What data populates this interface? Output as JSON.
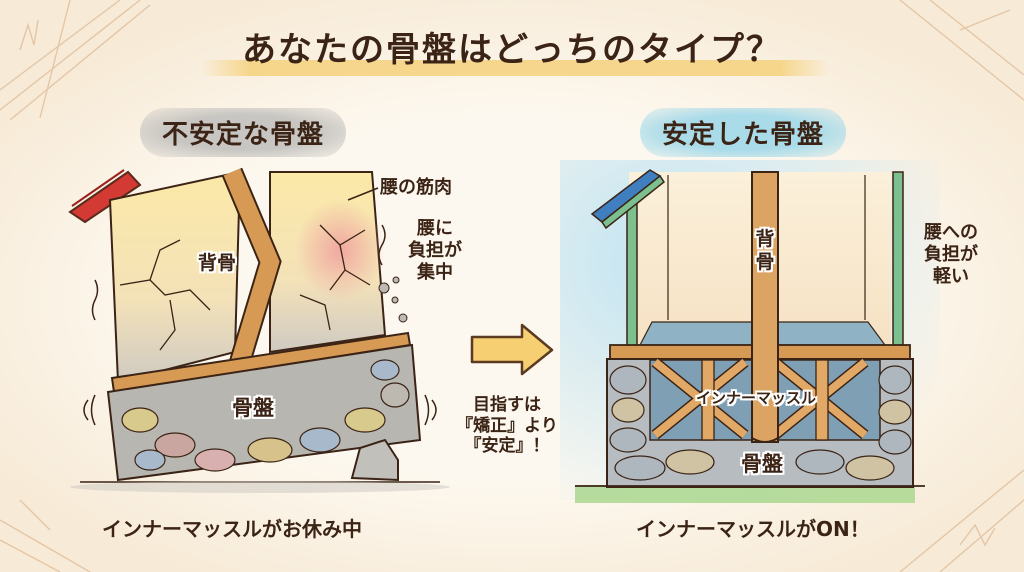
{
  "title": "あなたの骨盤はどっちのタイプ？",
  "left_panel": {
    "badge": "不安定な骨盤",
    "badge_color": "#c8c6c2",
    "labels": {
      "spine": "背骨",
      "pelvis": "骨盤",
      "lower_back_muscle": "腰の筋肉",
      "strain_line1": "腰に",
      "strain_line2": "負担が",
      "strain_line3": "集中"
    },
    "caption": "インナーマッスルがお休み中",
    "roof_color": "#d23a33"
  },
  "center": {
    "arrow_icon": "right-arrow-icon",
    "arrow_color": "#f6cf73",
    "message_line1": "目指すは",
    "message_line2": "『矯正』より",
    "message_line3": "『安定』！"
  },
  "right_panel": {
    "badge": "安定した骨盤",
    "badge_color": "#a9dbe9",
    "labels": {
      "spine_line1": "背",
      "spine_line2": "骨",
      "inner_muscle": "インナーマッスル",
      "pelvis": "骨盤",
      "relief_line1": "腰への",
      "relief_line2": "負担が",
      "relief_line3": "軽い"
    },
    "caption": "インナーマッスルがON！",
    "roof_color": "#3f7fc0",
    "frame_color": "#7cc08f"
  }
}
